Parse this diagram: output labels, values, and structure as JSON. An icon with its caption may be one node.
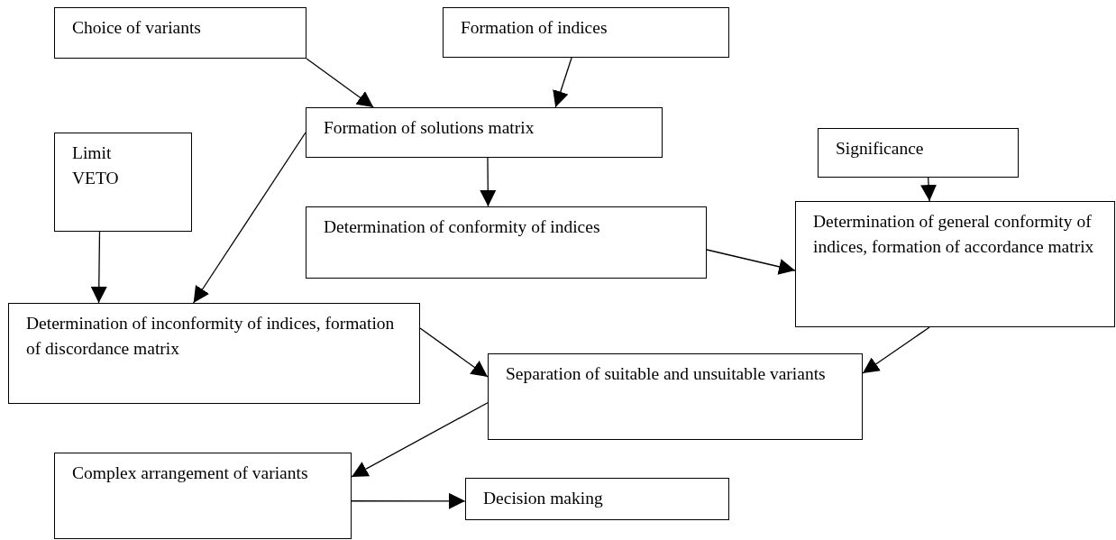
{
  "diagram": {
    "nodes": [
      {
        "text": [
          "Choice of variants"
        ]
      },
      {
        "text": [
          "Formation of indices"
        ]
      },
      {
        "text": [
          "Formation of solutions matrix"
        ]
      },
      {
        "text": [
          "Limit VETO"
        ]
      },
      {
        "text": [
          "Determination of conformity of indices"
        ]
      },
      {
        "text": [
          "Significance"
        ]
      },
      {
        "text": [
          "Determination of general conformity of indices, formation of accordance matrix"
        ]
      },
      {
        "text": [
          "Determination of inconformity of indices, formation of discordance matrix"
        ]
      },
      {
        "text": [
          "Separation of suitable and unsuitable variants"
        ]
      },
      {
        "text": [
          "Complex arrangement of variants"
        ]
      },
      {
        "text": [
          "Decision making"
        ]
      }
    ],
    "edges": [
      {
        "from": 0,
        "to": 2,
        "arrow": "to"
      },
      {
        "from": 1,
        "to": 2,
        "arrow": "to"
      },
      {
        "from": 2,
        "to": 4,
        "arrow": "to"
      },
      {
        "from": 3,
        "to": 7,
        "arrow": "to"
      },
      {
        "from": 2,
        "to": 7,
        "arrow": "to"
      },
      {
        "from": 4,
        "to": 6,
        "arrow": "to"
      },
      {
        "from": 5,
        "to": 6,
        "arrow": "to"
      },
      {
        "from": 7,
        "to": 8,
        "arrow": "to"
      },
      {
        "from": 6,
        "to": 8,
        "arrow": "to"
      },
      {
        "from": 8,
        "to": 9,
        "arrow": "to"
      },
      {
        "from": 9,
        "to": 10,
        "arrow": "to"
      }
    ]
  }
}
